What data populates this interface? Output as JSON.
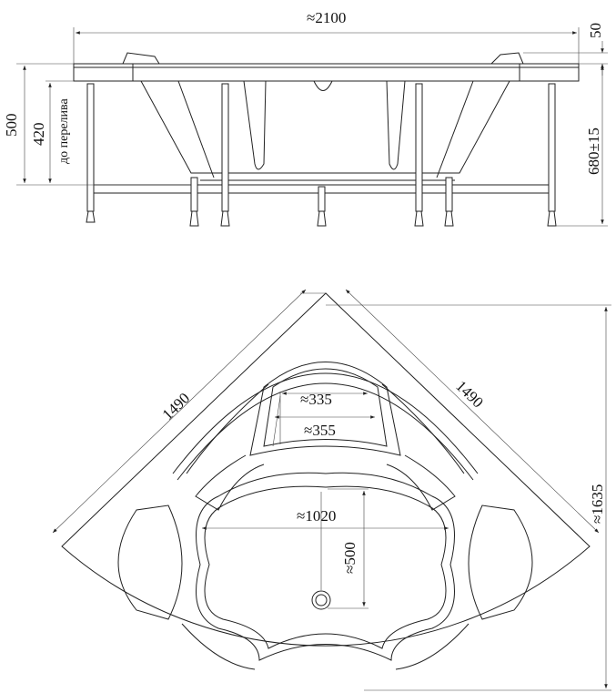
{
  "side_view": {
    "width": "≈2100",
    "rim": "50",
    "height": "500",
    "overflow_height": "420",
    "overflow_label": "до перелива",
    "total_height": "680±15"
  },
  "top_view": {
    "side_left": "1490",
    "side_right": "1490",
    "seat_inner": "≈335",
    "seat_outer": "≈355",
    "bowl_width": "≈1020",
    "bowl_depth": "≈500",
    "diagonal": "≈1635"
  }
}
